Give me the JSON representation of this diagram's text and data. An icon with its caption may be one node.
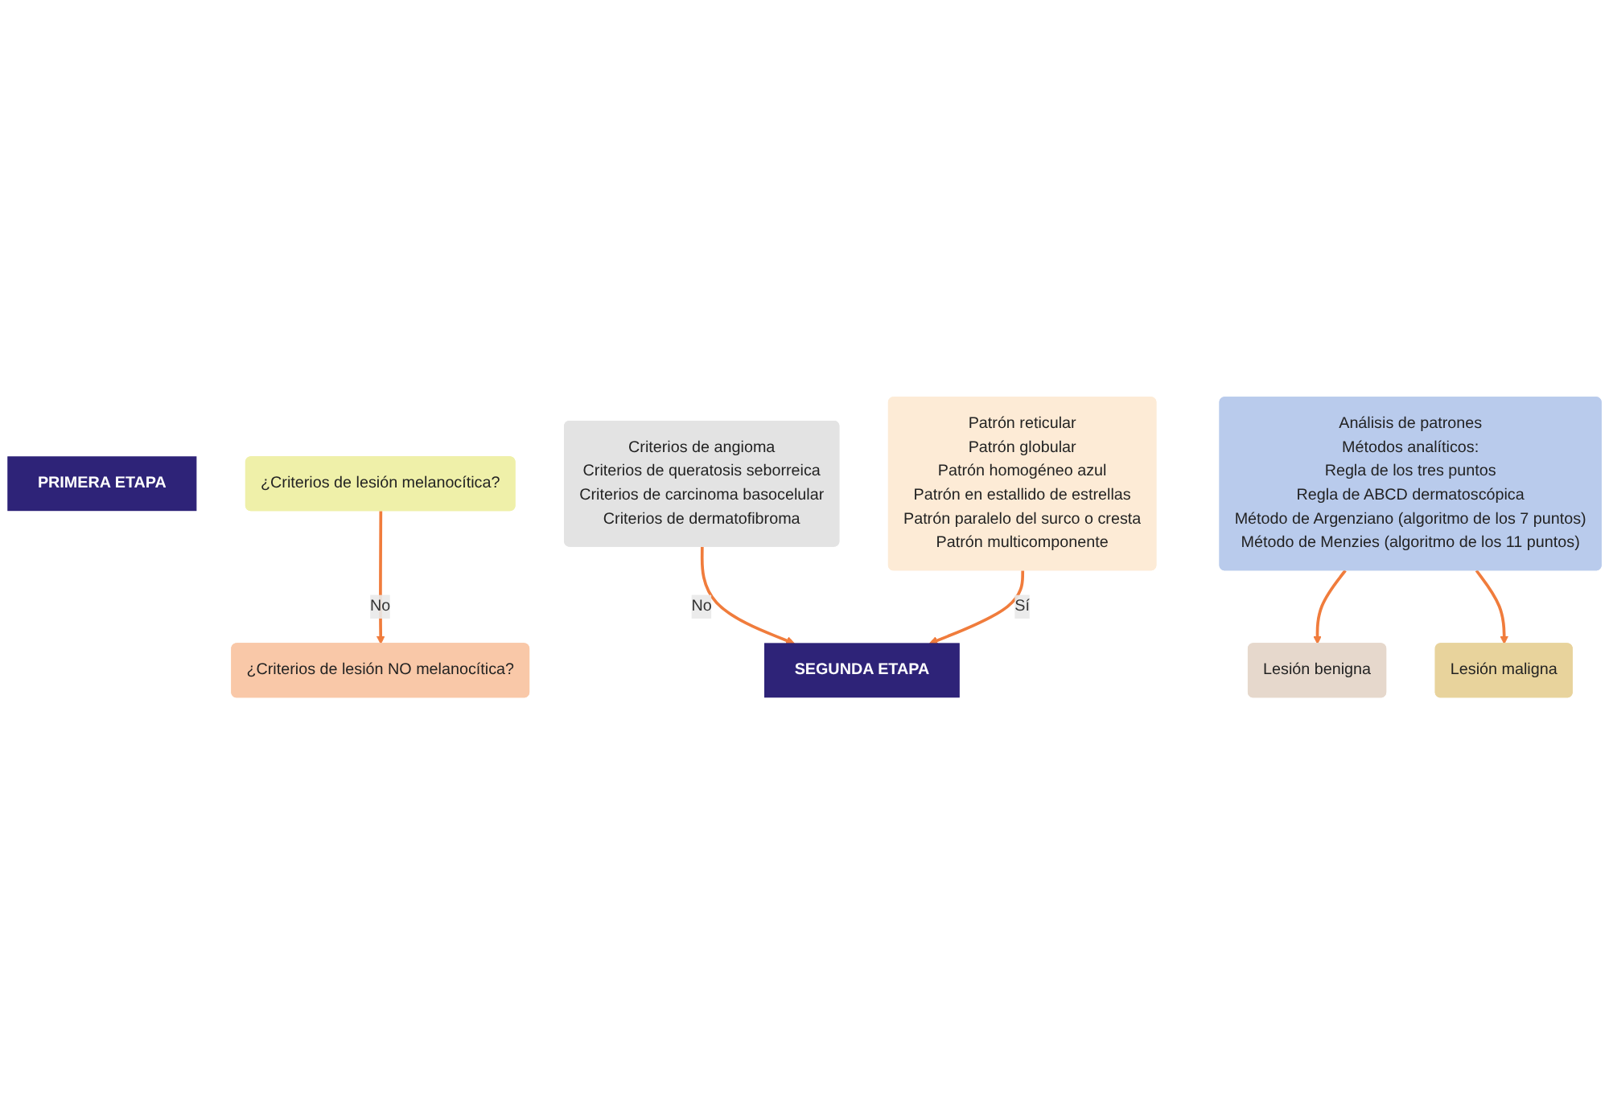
{
  "diagram": {
    "nodes": [
      {
        "text": [
          "PRIMERA ETAPA"
        ]
      },
      {
        "text": [
          "¿Criterios de lesión melanocítica?"
        ]
      },
      {
        "text": [
          "¿Criterios de lesión NO melanocítica?"
        ]
      },
      {
        "text": [
          "Criterios de angioma",
          "Criterios de queratosis seborreica",
          "Criterios de carcinoma basocelular",
          "Criterios de dermatofibroma"
        ]
      },
      {
        "text": [
          "Patrón reticular",
          "Patrón globular",
          "Patrón homogéneo azul",
          "Patrón en estallido de estrellas",
          "Patrón paralelo del surco o cresta",
          "Patrón multicomponente"
        ]
      },
      {
        "text": [
          "SEGUNDA ETAPA"
        ]
      },
      {
        "text": [
          "Análisis de patrones",
          "Métodos analíticos:",
          "Regla de los tres puntos",
          "Regla de ABCD dermatoscópica",
          "Método de Argenziano (algoritmo de los 7 puntos)",
          "Método de Menzies (algoritmo de los 11 puntos)"
        ]
      },
      {
        "text": [
          "Lesión benigna"
        ]
      },
      {
        "text": [
          "Lesión maligna"
        ]
      }
    ],
    "edges": [
      {
        "from": 1,
        "to": 2,
        "arrow": "to",
        "label": "No"
      },
      {
        "from": 3,
        "to": 5,
        "arrow": "to",
        "label": "No"
      },
      {
        "from": 4,
        "to": 5,
        "arrow": "to",
        "label": "Sí"
      },
      {
        "from": 6,
        "to": 7,
        "arrow": "to"
      },
      {
        "from": 6,
        "to": 8,
        "arrow": "to"
      }
    ]
  }
}
